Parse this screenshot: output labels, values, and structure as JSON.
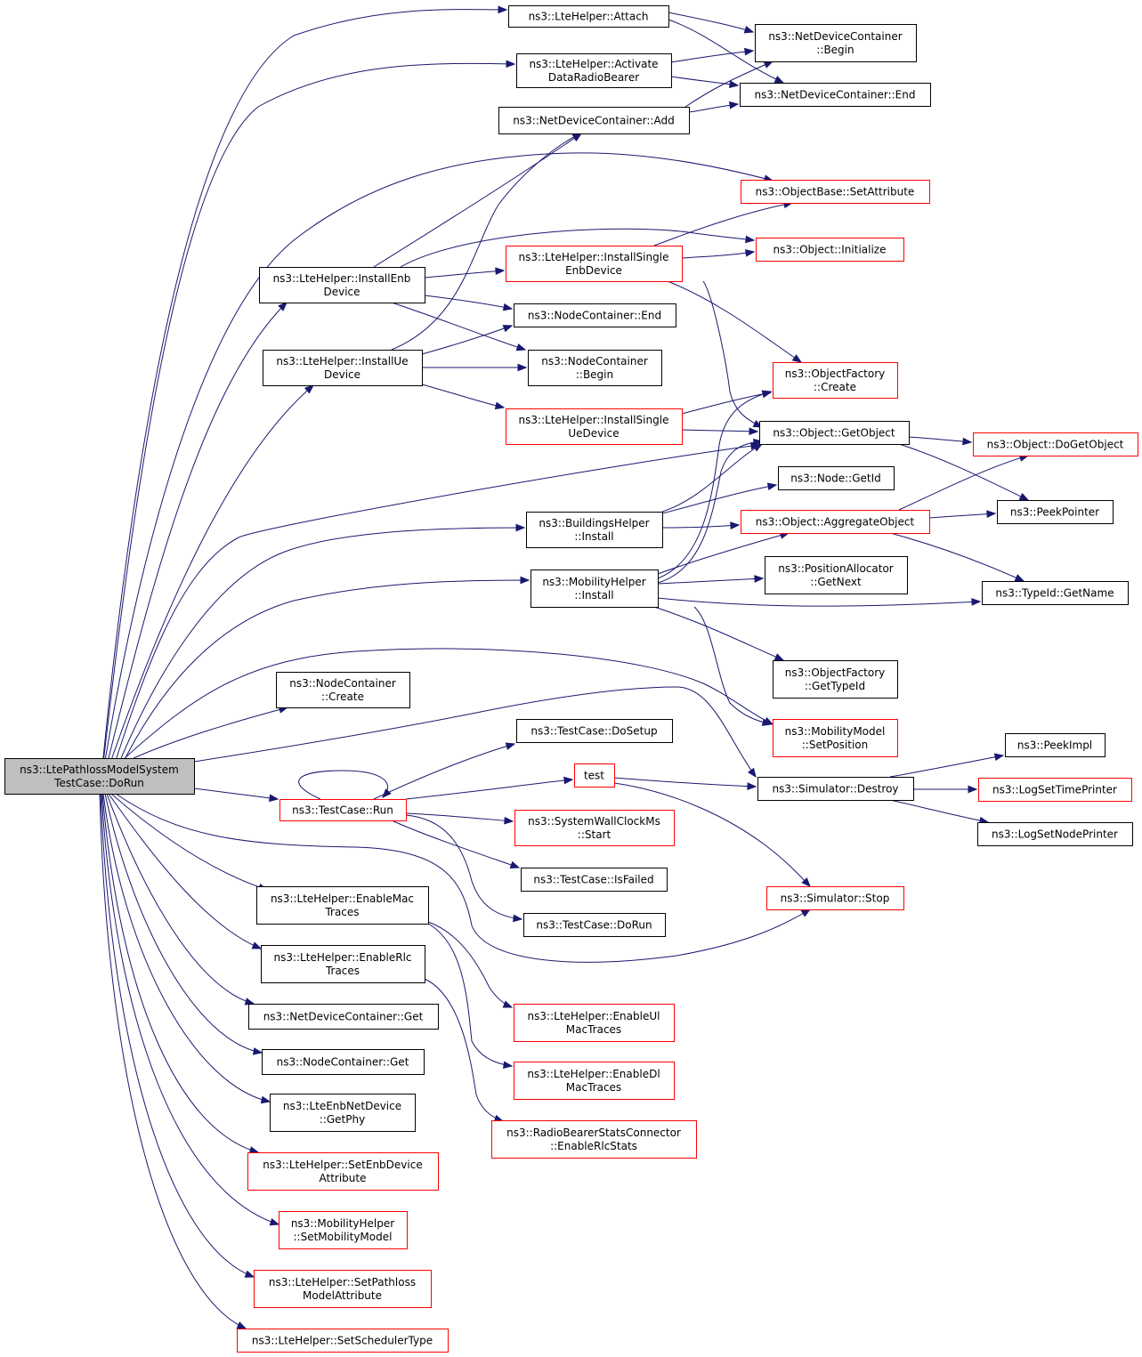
{
  "colors": {
    "edge": "#191970",
    "normal_border": "#000000",
    "external_border": "#ff0000",
    "root_fill": "#bfbfbf"
  },
  "nodes": {
    "root": {
      "lines": [
        "ns3::LtePathlossModelSystem",
        "TestCase::DoRun"
      ],
      "kind": "root"
    },
    "attach": {
      "lines": [
        "ns3::LteHelper::Attach"
      ],
      "kind": "black"
    },
    "activate": {
      "lines": [
        "ns3::LteHelper::Activate",
        "DataRadioBearer"
      ],
      "kind": "black"
    },
    "ndcAdd": {
      "lines": [
        "ns3::NetDeviceContainer::Add"
      ],
      "kind": "black"
    },
    "ndcBegin": {
      "lines": [
        "ns3::NetDeviceContainer",
        "::Begin"
      ],
      "kind": "black"
    },
    "ndcEnd": {
      "lines": [
        "ns3::NetDeviceContainer::End"
      ],
      "kind": "black"
    },
    "setAttr": {
      "lines": [
        "ns3::ObjectBase::SetAttribute"
      ],
      "kind": "red"
    },
    "installEnb": {
      "lines": [
        "ns3::LteHelper::InstallEnb",
        "Device"
      ],
      "kind": "black"
    },
    "installSingleEnb": {
      "lines": [
        "ns3::LteHelper::InstallSingle",
        "EnbDevice"
      ],
      "kind": "red"
    },
    "objInit": {
      "lines": [
        "ns3::Object::Initialize"
      ],
      "kind": "red"
    },
    "ncEnd": {
      "lines": [
        "ns3::NodeContainer::End"
      ],
      "kind": "black"
    },
    "installUe": {
      "lines": [
        "ns3::LteHelper::InstallUe",
        "Device"
      ],
      "kind": "black"
    },
    "ncBegin": {
      "lines": [
        "ns3::NodeContainer",
        "::Begin"
      ],
      "kind": "black"
    },
    "ofCreate": {
      "lines": [
        "ns3::ObjectFactory",
        "::Create"
      ],
      "kind": "red"
    },
    "installSingleUe": {
      "lines": [
        "ns3::LteHelper::InstallSingle",
        "UeDevice"
      ],
      "kind": "red"
    },
    "getObject": {
      "lines": [
        "ns3::Object::GetObject"
      ],
      "kind": "black"
    },
    "doGetObject": {
      "lines": [
        "ns3::Object::DoGetObject"
      ],
      "kind": "red"
    },
    "nodeGetId": {
      "lines": [
        "ns3::Node::GetId"
      ],
      "kind": "black"
    },
    "buildingsInstall": {
      "lines": [
        "ns3::BuildingsHelper",
        "::Install"
      ],
      "kind": "black"
    },
    "aggregate": {
      "lines": [
        "ns3::Object::AggregateObject"
      ],
      "kind": "red"
    },
    "peekPointer": {
      "lines": [
        "ns3::PeekPointer"
      ],
      "kind": "black"
    },
    "mobilityInstall": {
      "lines": [
        "ns3::MobilityHelper",
        "::Install"
      ],
      "kind": "black"
    },
    "posAlloc": {
      "lines": [
        "ns3::PositionAllocator",
        "::GetNext"
      ],
      "kind": "black"
    },
    "typeIdGetName": {
      "lines": [
        "ns3::TypeId::GetName"
      ],
      "kind": "black"
    },
    "ofGetTypeId": {
      "lines": [
        "ns3::ObjectFactory",
        "::GetTypeId"
      ],
      "kind": "black"
    },
    "ncCreate": {
      "lines": [
        "ns3::NodeContainer",
        "::Create"
      ],
      "kind": "black"
    },
    "mmSetPos": {
      "lines": [
        "ns3::MobilityModel",
        "::SetPosition"
      ],
      "kind": "red"
    },
    "tcDoSetup": {
      "lines": [
        "ns3::TestCase::DoSetup"
      ],
      "kind": "black"
    },
    "peekImpl": {
      "lines": [
        "ns3::PeekImpl"
      ],
      "kind": "black"
    },
    "test": {
      "lines": [
        "test"
      ],
      "kind": "red"
    },
    "simDestroy": {
      "lines": [
        "ns3::Simulator::Destroy"
      ],
      "kind": "black"
    },
    "logTime": {
      "lines": [
        "ns3::LogSetTimePrinter"
      ],
      "kind": "red"
    },
    "tcRun": {
      "lines": [
        "ns3::TestCase::Run"
      ],
      "kind": "red"
    },
    "sysWall": {
      "lines": [
        "ns3::SystemWallClockMs",
        "::Start"
      ],
      "kind": "red"
    },
    "logNode": {
      "lines": [
        "ns3::LogSetNodePrinter"
      ],
      "kind": "black"
    },
    "tcIsFailed": {
      "lines": [
        "ns3::TestCase::IsFailed"
      ],
      "kind": "black"
    },
    "simStop": {
      "lines": [
        "ns3::Simulator::Stop"
      ],
      "kind": "red"
    },
    "enableMac": {
      "lines": [
        "ns3::LteHelper::EnableMac",
        "Traces"
      ],
      "kind": "black"
    },
    "tcDoRun": {
      "lines": [
        "ns3::TestCase::DoRun"
      ],
      "kind": "black"
    },
    "enableRlc": {
      "lines": [
        "ns3::LteHelper::EnableRlc",
        "Traces"
      ],
      "kind": "black"
    },
    "enableUlMac": {
      "lines": [
        "ns3::LteHelper::EnableUl",
        "MacTraces"
      ],
      "kind": "red"
    },
    "ndcGet": {
      "lines": [
        "ns3::NetDeviceContainer::Get"
      ],
      "kind": "black"
    },
    "ncGet": {
      "lines": [
        "ns3::NodeContainer::Get"
      ],
      "kind": "black"
    },
    "enableDlMac": {
      "lines": [
        "ns3::LteHelper::EnableDl",
        "MacTraces"
      ],
      "kind": "red"
    },
    "enbGetPhy": {
      "lines": [
        "ns3::LteEnbNetDevice",
        "::GetPhy"
      ],
      "kind": "black"
    },
    "rbStats": {
      "lines": [
        "ns3::RadioBearerStatsConnector",
        "::EnableRlcStats"
      ],
      "kind": "red"
    },
    "setEnbAttr": {
      "lines": [
        "ns3::LteHelper::SetEnbDevice",
        "Attribute"
      ],
      "kind": "red"
    },
    "setMobModel": {
      "lines": [
        "ns3::MobilityHelper",
        "::SetMobilityModel"
      ],
      "kind": "red"
    },
    "setPathloss": {
      "lines": [
        "ns3::LteHelper::SetPathloss",
        "ModelAttribute"
      ],
      "kind": "red"
    },
    "setScheduler": {
      "lines": [
        "ns3::LteHelper::SetSchedulerType"
      ],
      "kind": "red"
    }
  }
}
